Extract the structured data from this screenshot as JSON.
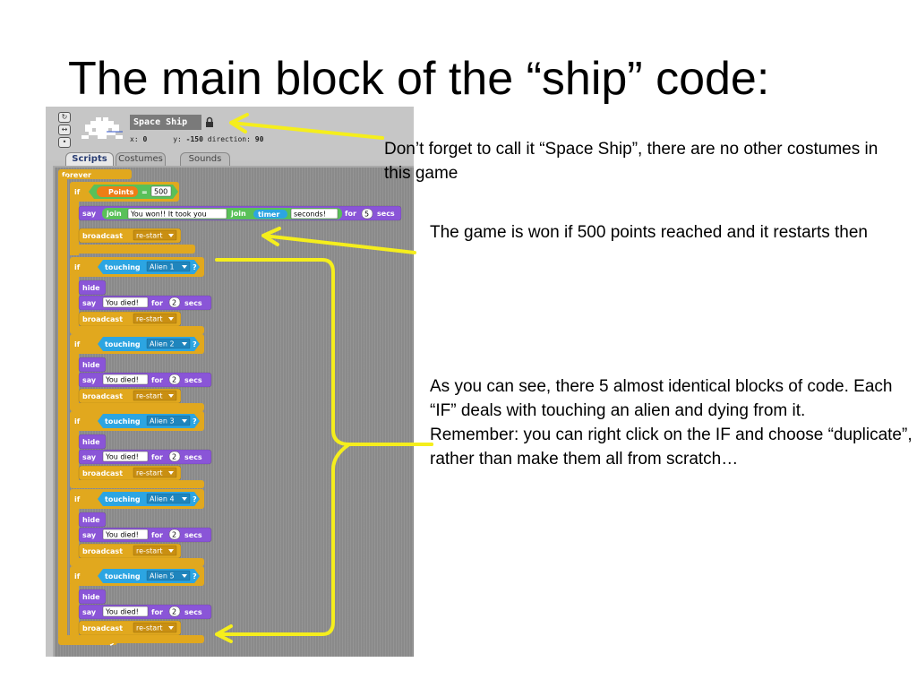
{
  "slide": {
    "title": "The main block of the “ship” code:"
  },
  "sprite": {
    "name": "Space Ship",
    "x_label": "x:",
    "x_value": "0",
    "y_label": "y:",
    "y_value": "-150",
    "direction_label": "direction:",
    "direction_value": "90"
  },
  "tabs": {
    "scripts": "Scripts",
    "costumes": "Costumes",
    "sounds": "Sounds"
  },
  "script": {
    "forever": "forever",
    "if_label": "if",
    "win": {
      "variable": "Points",
      "equals": "=",
      "value": "500",
      "say": "say",
      "join1": "join",
      "text1": "You won!! It took you",
      "join2": "join",
      "timer": "timer",
      "text2": "seconds!",
      "for": "for",
      "secs_value": "5",
      "secs": "secs",
      "broadcast": "broadcast",
      "message": "re-start"
    },
    "alien_blocks": [
      {
        "touching": "touching",
        "target": "Alien 1",
        "q": "?",
        "hide": "hide",
        "say": "say",
        "text": "You died!",
        "for": "for",
        "secs_value": "2",
        "secs": "secs",
        "broadcast": "broadcast",
        "message": "re-start"
      },
      {
        "touching": "touching",
        "target": "Alien 2",
        "q": "?",
        "hide": "hide",
        "say": "say",
        "text": "You died!",
        "for": "for",
        "secs_value": "2",
        "secs": "secs",
        "broadcast": "broadcast",
        "message": "re-start"
      },
      {
        "touching": "touching",
        "target": "Alien 3",
        "q": "?",
        "hide": "hide",
        "say": "say",
        "text": "You died!",
        "for": "for",
        "secs_value": "2",
        "secs": "secs",
        "broadcast": "broadcast",
        "message": "re-start"
      },
      {
        "touching": "touching",
        "target": "Alien 4",
        "q": "?",
        "hide": "hide",
        "say": "say",
        "text": "You died!",
        "for": "for",
        "secs_value": "2",
        "secs": "secs",
        "broadcast": "broadcast",
        "message": "re-start"
      },
      {
        "touching": "touching",
        "target": "Alien 5",
        "q": "?",
        "hide": "hide",
        "say": "say",
        "text": "You died!",
        "for": "for",
        "secs_value": "2",
        "secs": "secs",
        "broadcast": "broadcast",
        "message": "re-start"
      }
    ]
  },
  "annotations": {
    "name_note": "Don’t forget to call it “Space Ship”, there are no other costumes in this game",
    "win_note": "The game is won if 500 points reached and it restarts then",
    "alien_note_1": "As you can see, there 5 almost identical blocks of code. Each “IF” deals with touching an alien and dying from it.",
    "alien_note_2": "Remember: you can right click on the IF and choose “duplicate”, rather than make them all from scratch…"
  },
  "colors": {
    "control": "#e1a81e",
    "looks": "#8a55d7",
    "operators": "#59c059",
    "sensing": "#2ca5e2",
    "variables": "#ee7d16",
    "arrow": "#f5ee1c"
  },
  "icons": {
    "lock": "lock-icon",
    "sprite": "space-ship-sprite-icon",
    "dropdown": "dropdown-arrow-icon"
  }
}
